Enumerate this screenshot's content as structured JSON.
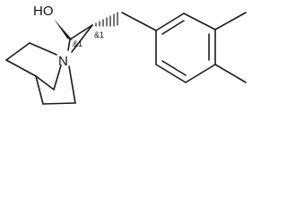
{
  "molecule": {
    "atoms": {
      "oh": "HO",
      "n": "N"
    },
    "stereo_labels": {
      "c2": "&1",
      "c3": "&1"
    },
    "colors": {
      "bond": "#1a1a1a",
      "text": "#111111",
      "background": "#ffffff"
    }
  }
}
